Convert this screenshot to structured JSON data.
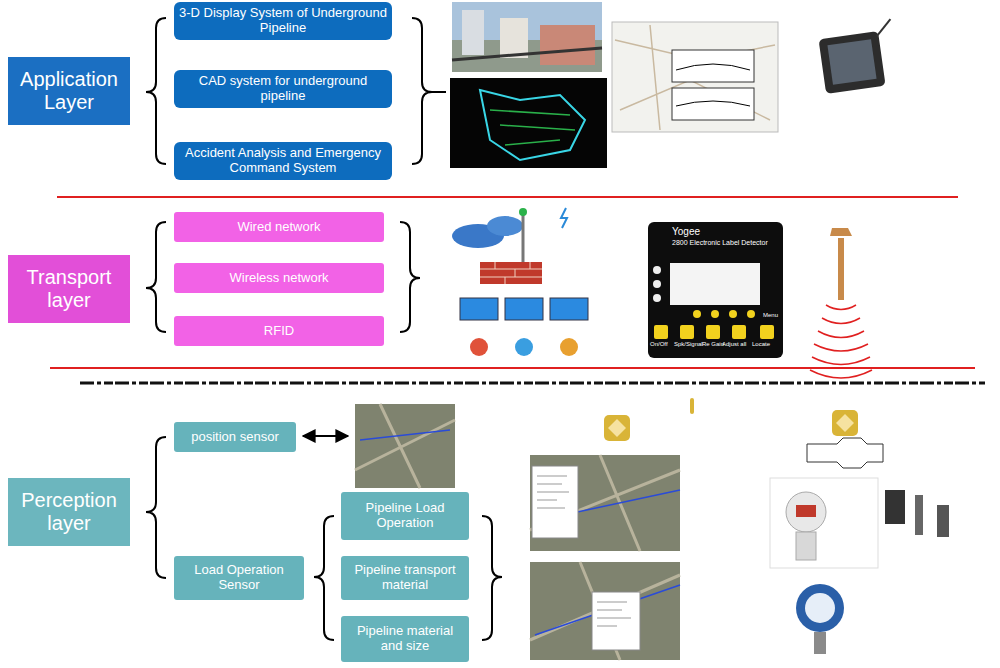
{
  "diagram": {
    "nodes": [
      {
        "text": [
          "Application Layer"
        ]
      },
      {
        "text": [
          "3-D Display System of Underground Pipeline"
        ]
      },
      {
        "text": [
          "CAD system for underground pipeline"
        ]
      },
      {
        "text": [
          "Accident Analysis and Emergency Command System"
        ]
      },
      {
        "text": [
          "Transport layer"
        ]
      },
      {
        "text": [
          "Wired network"
        ]
      },
      {
        "text": [
          "Wireless network"
        ]
      },
      {
        "text": [
          "RFID"
        ]
      },
      {
        "text": [
          "Perception layer"
        ]
      },
      {
        "text": [
          "position sensor"
        ]
      },
      {
        "text": [
          "Load Operation Sensor"
        ]
      },
      {
        "text": [
          "Pipeline Load Operation"
        ]
      },
      {
        "text": [
          "Pipeline transport material"
        ]
      },
      {
        "text": [
          "Pipeline material and size"
        ]
      }
    ],
    "labels": [
      "Yogee",
      "2800 Electronic Label Detector",
      "On/Off",
      "Spk/Signal",
      "Re Gain",
      "Adjust all",
      "Locate",
      "Menu"
    ]
  }
}
